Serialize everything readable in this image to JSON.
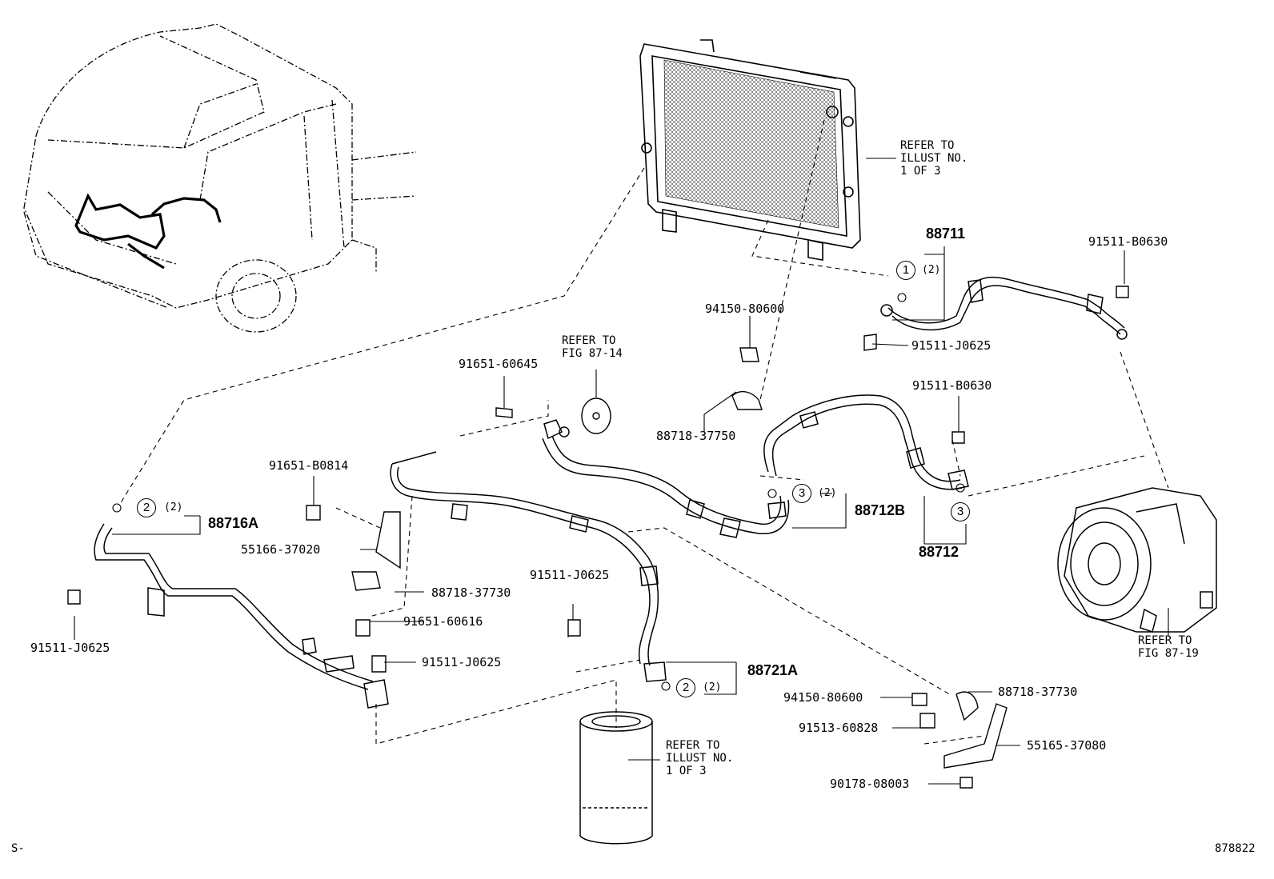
{
  "parts": {
    "p88711": "88711",
    "p91511_B0630_top": "91511-B0630",
    "p94150_80600_top": "94150-80600",
    "p91511_J0625_top": "91511-J0625",
    "p91651_60645": "91651-60645",
    "p88718_37750": "88718-37750",
    "p91511_B0630_mid": "91511-B0630",
    "p91651_B0814": "91651-B0814",
    "p88712B": "88712B",
    "p88712": "88712",
    "p88716A": "88716A",
    "p55166_37020": "55166-37020",
    "p88718_37730_left": "88718-37730",
    "p91511_J0625_mid": "91511-J0625",
    "p91651_60616": "91651-60616",
    "p91511_J0625_left": "91511-J0625",
    "p91511_J0625_bot": "91511-J0625",
    "p88721A": "88721A",
    "p94150_80600_bot": "94150-80600",
    "p88718_37730_right": "88718-37730",
    "p91513_60828": "91513-60828",
    "p55165_37080": "55165-37080",
    "p90178_08003": "90178-08003"
  },
  "notes": {
    "refer_condenser": "REFER TO\nILLUST NO.\n1 OF 3",
    "refer_fig8714": "REFER TO\nFIG 87-14",
    "refer_fig8719": "REFER TO\nFIG 87-19",
    "refer_receiver": "REFER TO\nILLUST NO.\n1 OF 3"
  },
  "callouts": {
    "c1": "1",
    "c1_qty": "(2)",
    "c2a": "2",
    "c2a_qty": "(2)",
    "c2b": "2",
    "c2b_qty": "(2)",
    "c3a": "3",
    "c3a_qty": "(2)",
    "c3b": "3"
  },
  "footer": {
    "left_mark": "S-",
    "illust_no": "878822"
  }
}
